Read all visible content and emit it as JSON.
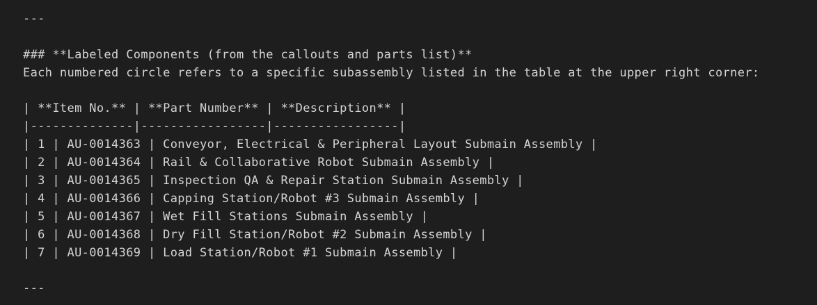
{
  "document": {
    "rule_top": "---",
    "heading": "### **Labeled Components (from the callouts and parts list)**",
    "intro": "Each numbered circle refers to a specific subassembly listed in the table at the upper right corner:",
    "table": {
      "header_row": "| **Item No.** | **Part Number** | **Description** |",
      "separator_row": "|--------------|-----------------|-----------------|",
      "rows": [
        "| 1 | AU-0014363 | Conveyor, Electrical & Peripheral Layout Submain Assembly |",
        "| 2 | AU-0014364 | Rail & Collaborative Robot Submain Assembly |",
        "| 3 | AU-0014365 | Inspection QA & Repair Station Submain Assembly |",
        "| 4 | AU-0014366 | Capping Station/Robot #3 Submain Assembly |",
        "| 5 | AU-0014367 | Wet Fill Stations Submain Assembly |",
        "| 6 | AU-0014368 | Dry Fill Station/Robot #2 Submain Assembly |",
        "| 7 | AU-0014369 | Load Station/Robot #1 Submain Assembly |"
      ]
    },
    "rule_bottom": "---"
  },
  "colors": {
    "background": "#1e1e1e",
    "text": "#d4d4d4"
  }
}
